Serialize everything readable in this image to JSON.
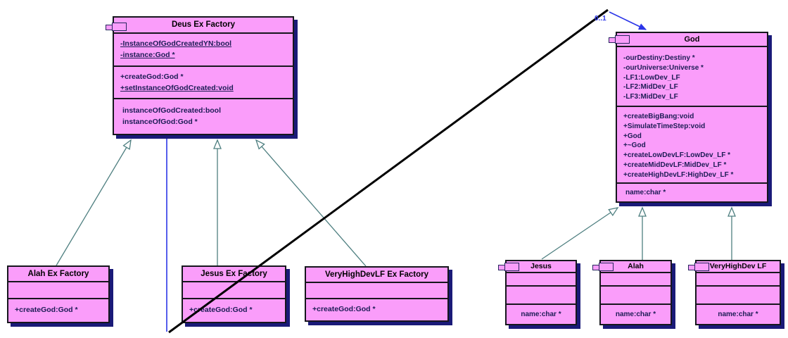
{
  "diagram": {
    "association": {
      "multiplicity_label": "0..1"
    },
    "colors": {
      "class_fill": "#FA9DFA",
      "class_border": "#16161D",
      "class_shadow": "#1A1A78",
      "inheritance_line": "#4E7F80",
      "association_line": "#2B35E8",
      "crossing_line": "#000000",
      "title_text": "#000000",
      "member_text": "#1C1C55"
    }
  },
  "classes": {
    "deus_ex_factory": {
      "title": "Deus Ex Factory",
      "attributes": [
        "-InstanceOfGodCreatedYN:bool",
        "-instance:God *"
      ],
      "methods": [
        "+createGod:God *",
        "+setInstanceOfGodCreated:void"
      ],
      "properties": [
        "instanceOfGodCreated:bool",
        "instanceOfGod:God *"
      ]
    },
    "alah_ex_factory": {
      "title": "Alah Ex Factory",
      "methods": [
        "+createGod:God *"
      ]
    },
    "jesus_ex_factory": {
      "title": "Jesus Ex Factory",
      "methods": [
        "+createGod:God *"
      ]
    },
    "veryhighdevlf_ex_factory": {
      "title": "VeryHighDevLF Ex Factory",
      "methods": [
        "+createGod:God *"
      ]
    },
    "god": {
      "title": "God",
      "attributes": [
        "-ourDestiny:Destiny *",
        "-ourUniverse:Universe *",
        "-LF1:LowDev_LF",
        "-LF2:MidDev_LF",
        "-LF3:MidDev_LF"
      ],
      "methods": [
        "+createBigBang:void",
        "+SimulateTimeStep:void",
        "+God",
        "+~God",
        "+createLowDevLF:LowDev_LF *",
        "+createMidDevLF:MidDev_LF *",
        "+createHighDevLF:HighDev_LF *"
      ],
      "properties": [
        "name:char *"
      ]
    },
    "jesus": {
      "title": "Jesus",
      "properties": [
        "name:char *"
      ]
    },
    "alah": {
      "title": "Alah",
      "properties": [
        "name:char *"
      ]
    },
    "veryhighdev_lf": {
      "title": "VeryHighDev LF",
      "properties": [
        "name:char *"
      ]
    }
  }
}
